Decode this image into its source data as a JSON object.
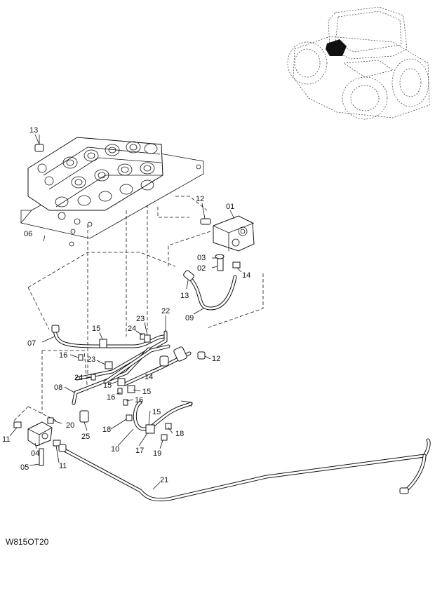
{
  "figure_id": "W815OT20",
  "callouts": [
    {
      "id": "c13a",
      "text": "13"
    },
    {
      "id": "c06",
      "text": "06"
    },
    {
      "id": "c12a",
      "text": "12"
    },
    {
      "id": "c01",
      "text": "01"
    },
    {
      "id": "c03",
      "text": "03"
    },
    {
      "id": "c02",
      "text": "02"
    },
    {
      "id": "c14a",
      "text": "14"
    },
    {
      "id": "c13b",
      "text": "13"
    },
    {
      "id": "c09",
      "text": "09"
    },
    {
      "id": "c22",
      "text": "22"
    },
    {
      "id": "c23a",
      "text": "23"
    },
    {
      "id": "c24a",
      "text": "24"
    },
    {
      "id": "c15a",
      "text": "15"
    },
    {
      "id": "c07",
      "text": "07"
    },
    {
      "id": "c16a",
      "text": "16"
    },
    {
      "id": "c23b",
      "text": "23"
    },
    {
      "id": "c12b",
      "text": "12"
    },
    {
      "id": "c14b",
      "text": "14"
    },
    {
      "id": "c24b",
      "text": "24"
    },
    {
      "id": "c08",
      "text": "08"
    },
    {
      "id": "c15b",
      "text": "15"
    },
    {
      "id": "c15c",
      "text": "15"
    },
    {
      "id": "c16b",
      "text": "16"
    },
    {
      "id": "c16c",
      "text": "16"
    },
    {
      "id": "c15d",
      "text": "15"
    },
    {
      "id": "c20",
      "text": "20"
    },
    {
      "id": "c25",
      "text": "25"
    },
    {
      "id": "c18a",
      "text": "18"
    },
    {
      "id": "c18b",
      "text": "18"
    },
    {
      "id": "c10",
      "text": "10"
    },
    {
      "id": "c17",
      "text": "17"
    },
    {
      "id": "c19",
      "text": "19"
    },
    {
      "id": "c11a",
      "text": "11"
    },
    {
      "id": "c04",
      "text": "04"
    },
    {
      "id": "c05",
      "text": "05"
    },
    {
      "id": "c11b",
      "text": "11"
    },
    {
      "id": "c21",
      "text": "21"
    }
  ]
}
